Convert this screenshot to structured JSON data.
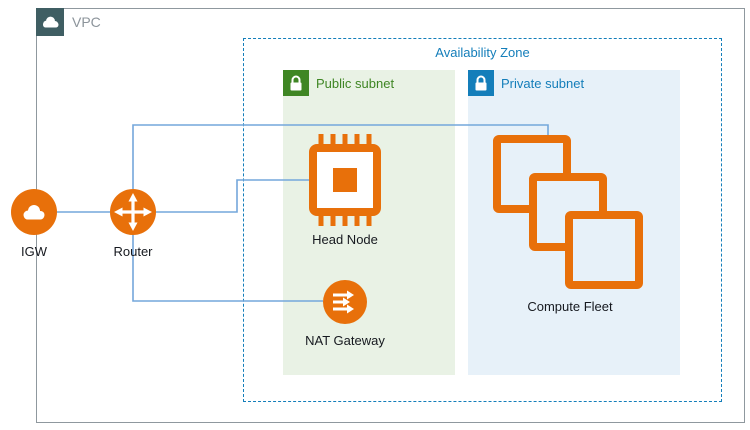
{
  "diagram": {
    "vpc": {
      "label": "VPC",
      "icon": "cloud-icon"
    },
    "availability_zone": {
      "label": "Availability Zone"
    },
    "subnets": {
      "public": {
        "label": "Public subnet",
        "icon": "lock-icon"
      },
      "private": {
        "label": "Private subnet",
        "icon": "lock-icon"
      }
    },
    "nodes": {
      "igw": {
        "label": "IGW",
        "icon": "cloud-icon"
      },
      "router": {
        "label": "Router",
        "icon": "crossed-arrows-icon"
      },
      "head_node": {
        "label": "Head Node",
        "icon": "processor-chip-icon"
      },
      "nat_gateway": {
        "label": "NAT Gateway",
        "icon": "right-arrows-icon"
      },
      "compute_fleet": {
        "label": "Compute Fleet",
        "icon": "stacked-squares-icon"
      }
    },
    "connections": [
      "igw-to-router",
      "router-to-compute-fleet",
      "router-to-head-node",
      "router-to-nat-gateway"
    ]
  },
  "colors": {
    "orange": "#E8700A",
    "blue": "#147EBA",
    "green": "#3F8624",
    "public-fill": "#E9F2E5",
    "private-fill": "#E7F1F9",
    "line": "#74A7DB",
    "vpc-dark": "#3F5E63",
    "border": "#8F989E",
    "gray-label": "#8C949B",
    "text": "#16191F"
  }
}
